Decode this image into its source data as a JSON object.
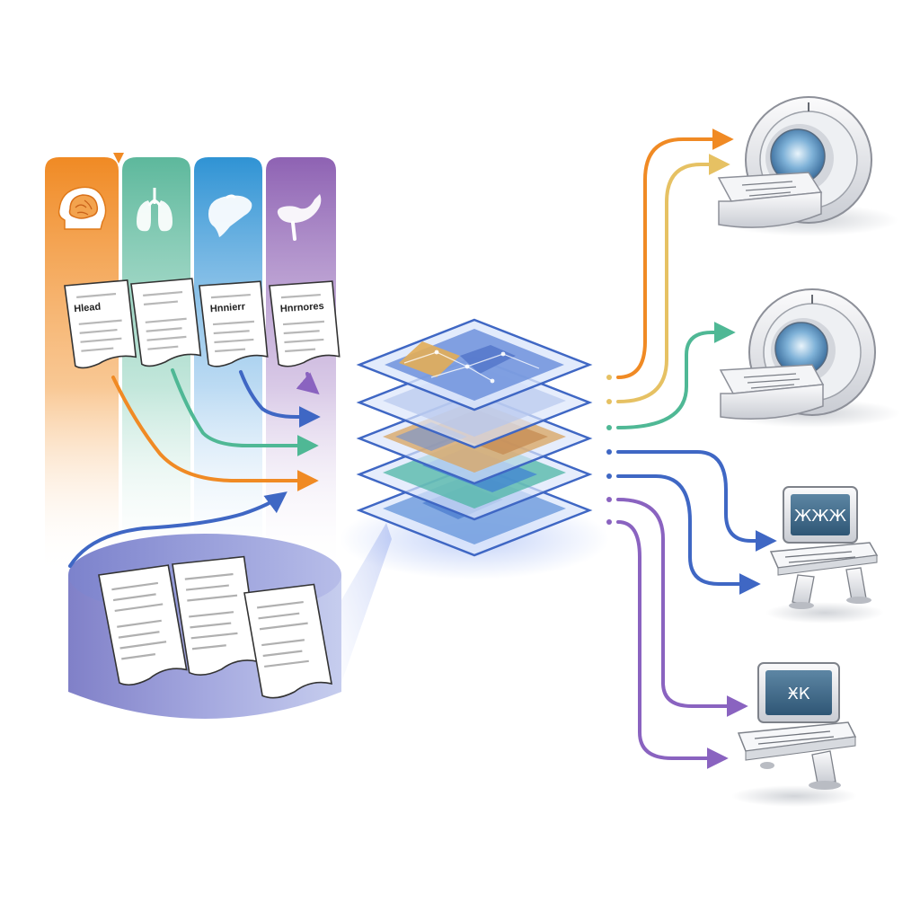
{
  "colors": {
    "head": "#f08a24",
    "lungs": "#5db89c",
    "liver": "#2f93d4",
    "stomach": "#8e62b3",
    "amber": "#e6c163",
    "blue": "#3f67c4",
    "violet": "#8a63c0",
    "teal": "#4fb895"
  },
  "columns": [
    {
      "icon": "brain-head-icon",
      "label": "Hlead",
      "color": "#f08a24"
    },
    {
      "icon": "lungs-icon",
      "label": "",
      "color": "#5db89c"
    },
    {
      "icon": "liver-icon",
      "label": "Hnnierr",
      "color": "#2f93d4"
    },
    {
      "icon": "stomach-icon",
      "label": "Hnrnores",
      "color": "#8e62b3"
    }
  ],
  "devices": [
    {
      "type": "ct-scanner",
      "icon": "ct-scanner-icon"
    },
    {
      "type": "ct-scanner",
      "icon": "ct-scanner-icon"
    },
    {
      "type": "workstation",
      "icon": "workstation-icon",
      "screen_text": "ЖЖЖ"
    },
    {
      "type": "workstation",
      "icon": "workstation-icon",
      "screen_text": "ӾК"
    }
  ]
}
